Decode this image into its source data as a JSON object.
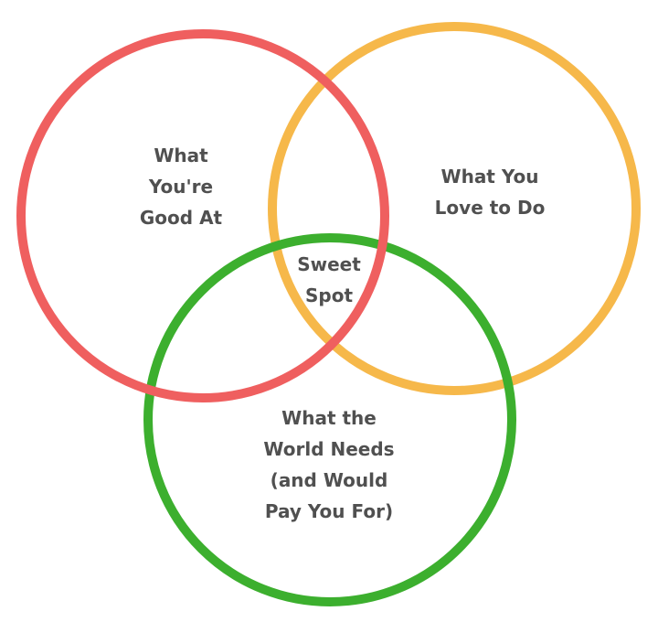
{
  "colors": {
    "red": "#EF5F5F",
    "orange": "#F6B84A",
    "green": "#3CAF2E",
    "text": "#505050"
  },
  "labels": {
    "good_at": [
      "What",
      "You're",
      "Good At"
    ],
    "love": [
      "What You",
      "Love to Do"
    ],
    "sweet_spot": [
      "Sweet",
      "Spot"
    ],
    "world_needs": [
      "What the",
      "World Needs",
      "(and Would",
      "Pay You For)"
    ]
  }
}
